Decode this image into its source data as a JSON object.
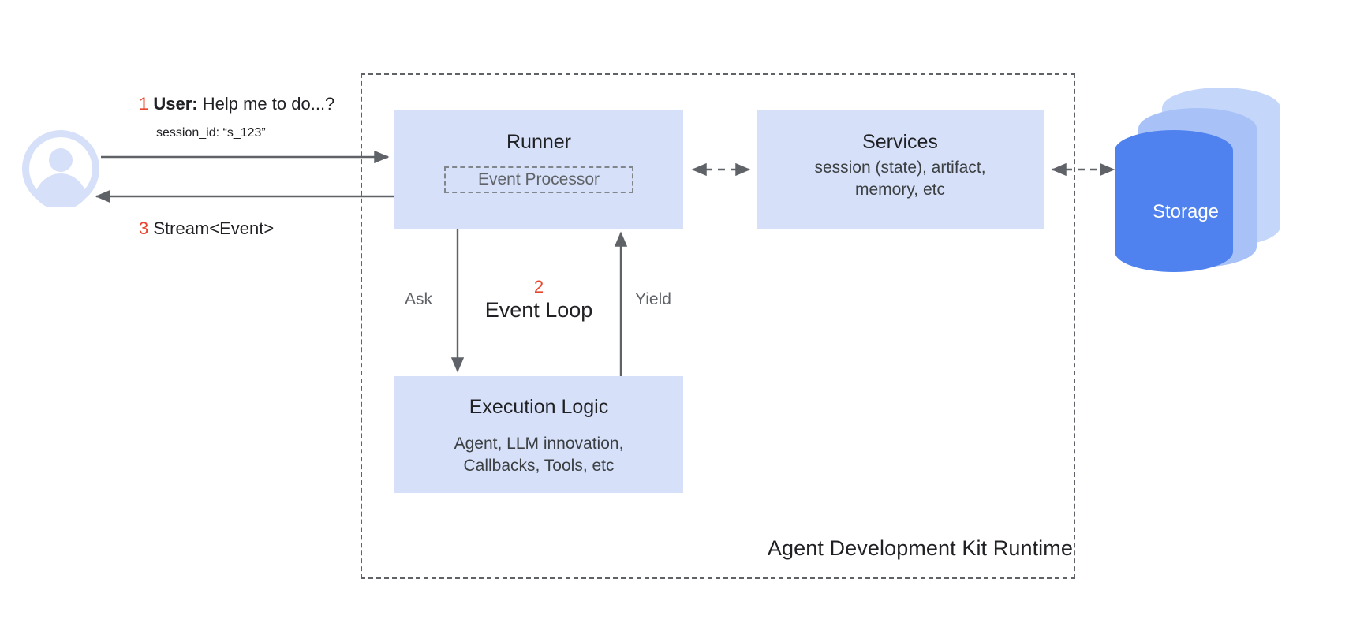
{
  "diagram": {
    "title": "Agent Development Kit Runtime",
    "accent_color": "#e8452c",
    "box_fill": "#d6e0f8",
    "storage_color": "#4285f4",
    "border_color": "#5f6368"
  },
  "user": {
    "avatar_icon": "user-avatar-icon",
    "request": {
      "step": "1",
      "label": "User:",
      "text": "Help me to do...?",
      "sub": "session_id: “s_123”"
    },
    "response": {
      "step": "3",
      "text": "Stream<Event>"
    }
  },
  "runner": {
    "title": "Runner",
    "event_processor": "Event Processor"
  },
  "services": {
    "title": "Services",
    "subtitle_line1": "session (state), artifact,",
    "subtitle_line2": "memory, etc"
  },
  "execution": {
    "title": "Execution Logic",
    "subtitle_line1": "Agent, LLM innovation,",
    "subtitle_line2": "Callbacks, Tools, etc"
  },
  "event_loop": {
    "step": "2",
    "title": "Event Loop",
    "ask_label": "Ask",
    "yield_label": "Yield"
  },
  "storage": {
    "label": "Storage"
  }
}
